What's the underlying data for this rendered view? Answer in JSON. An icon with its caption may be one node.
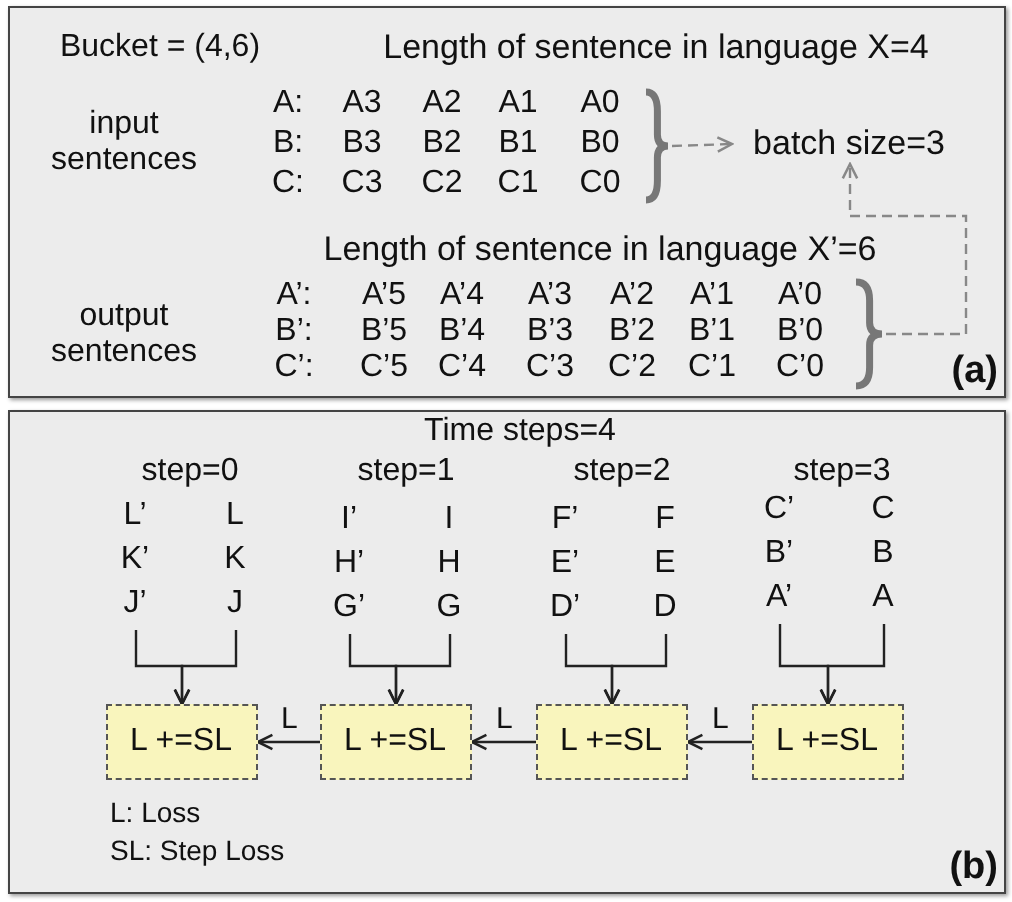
{
  "diagram": {
    "nodes": [
      {
        "text": [
          "(a)"
        ]
      },
      {
        "text": [],
        "shape": "brace",
        "in": 0
      },
      {
        "text": [
          "batch size=3"
        ],
        "in": 0
      },
      {
        "text": [],
        "shape": "brace",
        "in": 0
      },
      {
        "text": [
          "(b)"
        ]
      },
      {
        "text": [
          "L’",
          "K’",
          "J’"
        ],
        "in": 4
      },
      {
        "text": [
          "L",
          "K",
          "J"
        ],
        "in": 4
      },
      {
        "text": [
          "I’",
          "H’",
          "G’"
        ],
        "in": 4
      },
      {
        "text": [
          "I",
          "H",
          "G"
        ],
        "in": 4
      },
      {
        "text": [
          "F’",
          "E’",
          "D’"
        ],
        "in": 4
      },
      {
        "text": [
          "F",
          "E",
          "D"
        ],
        "in": 4
      },
      {
        "text": [
          "C’",
          "B’",
          "A’"
        ],
        "in": 4
      },
      {
        "text": [
          "C",
          "B",
          "A"
        ],
        "in": 4
      },
      {
        "text": [
          "L +=SL"
        ],
        "in": 4
      },
      {
        "text": [
          "L +=SL"
        ],
        "in": 4
      },
      {
        "text": [
          "L +=SL"
        ],
        "in": 4
      },
      {
        "text": [
          "L +=SL"
        ],
        "in": 4
      }
    ],
    "edges": [
      {
        "from": 1,
        "to": 2,
        "arrow": "to",
        "style": "dashed",
        "color": "#888888"
      },
      {
        "from": 3,
        "to": 2,
        "arrow": "to",
        "style": "dashed",
        "color": "#888888"
      },
      {
        "from": 5,
        "to": 13,
        "arrow": "to"
      },
      {
        "from": 6,
        "to": 13,
        "arrow": "to"
      },
      {
        "from": 7,
        "to": 14,
        "arrow": "to"
      },
      {
        "from": 8,
        "to": 14,
        "arrow": "to"
      },
      {
        "from": 9,
        "to": 15,
        "arrow": "to"
      },
      {
        "from": 10,
        "to": 15,
        "arrow": "to"
      },
      {
        "from": 11,
        "to": 16,
        "arrow": "to"
      },
      {
        "from": 12,
        "to": 16,
        "arrow": "to"
      },
      {
        "from": 16,
        "to": 15,
        "arrow": "to",
        "label": "L"
      },
      {
        "from": 15,
        "to": 14,
        "arrow": "to",
        "label": "L"
      },
      {
        "from": 14,
        "to": 13,
        "arrow": "to",
        "label": "L"
      }
    ],
    "labels": [
      "Bucket = (4,6)",
      "Length of sentence in language X=4",
      "input sentences",
      "A:",
      "A3",
      "A2",
      "A1",
      "A0",
      "B:",
      "B3",
      "B2",
      "B1",
      "B0",
      "C:",
      "C3",
      "C2",
      "C1",
      "C0",
      "Length of sentence in language X’=6",
      "output sentences",
      "A’:",
      "A’5",
      "A’4",
      "A’3",
      "A’2",
      "A’1",
      "A’0",
      "B’:",
      "B’5",
      "B’4",
      "B’3",
      "B’2",
      "B’1",
      "B’0",
      "C’:",
      "C’5",
      "C’4",
      "C’3",
      "C’2",
      "C’1",
      "C’0",
      "Time steps=4",
      "step=0",
      "step=1",
      "step=2",
      "step=3",
      "L: Loss",
      "SL: Step Loss"
    ]
  }
}
